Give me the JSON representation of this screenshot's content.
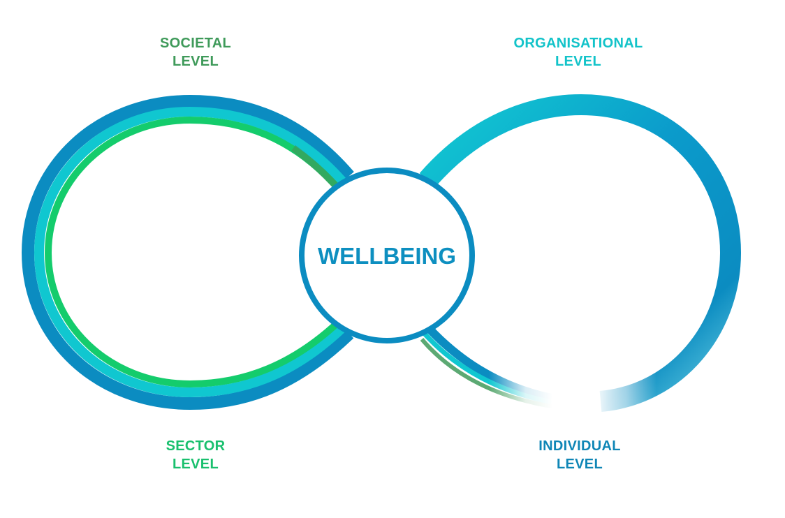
{
  "labels": {
    "societal": {
      "line1": "SOCIETAL",
      "line2": "LEVEL",
      "color": "#3f9a5a"
    },
    "organisational": {
      "line1": "ORGANISATIONAL",
      "line2": "LEVEL",
      "color": "#12c3c9"
    },
    "sector": {
      "line1": "SECTOR",
      "line2": "LEVEL",
      "color": "#19c06e"
    },
    "individual": {
      "line1": "INDIVIDUAL",
      "line2": "LEVEL",
      "color": "#0f86b6"
    }
  },
  "center": {
    "text": "WELLBEING",
    "color": "#0d8fc0"
  },
  "colors": {
    "blue": "#0b8cc1",
    "cyan": "#10c7d0",
    "green": "#14cc6c",
    "dark_green": "#3f9a5a"
  }
}
